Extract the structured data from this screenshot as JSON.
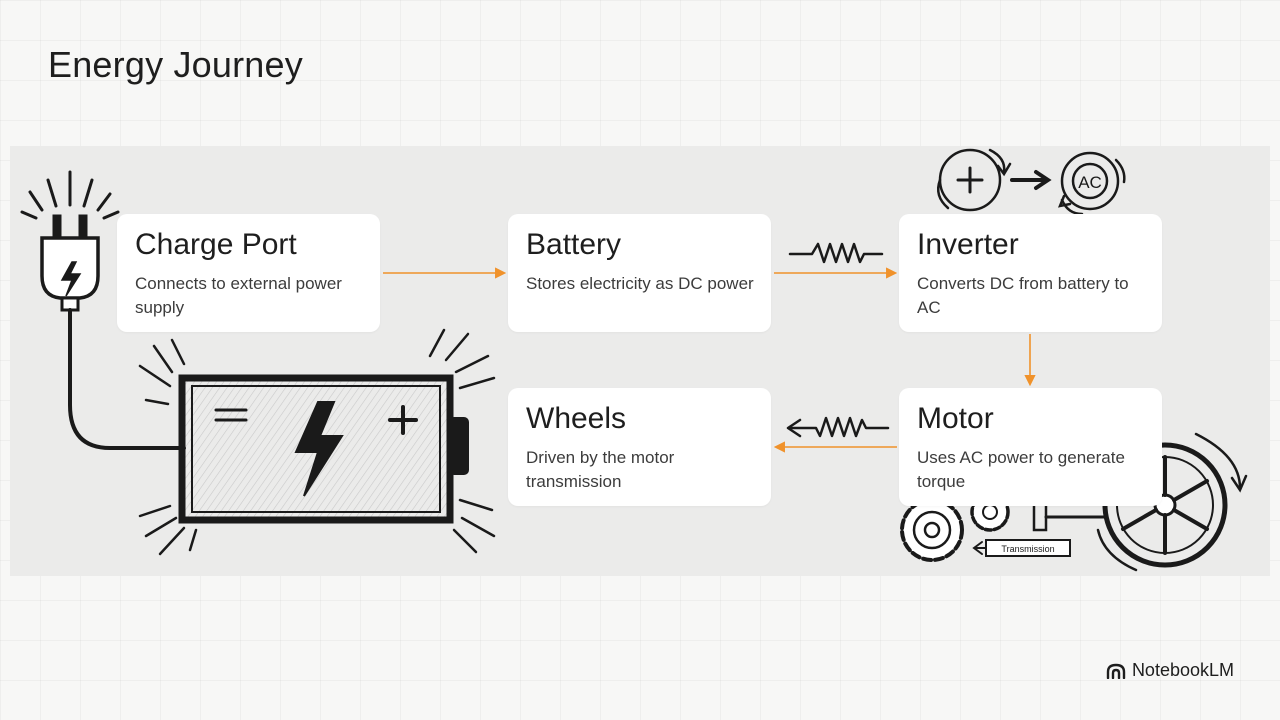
{
  "slide": {
    "title": "Energy Journey"
  },
  "steps": [
    {
      "title": "Charge Port",
      "description": "Connects to external power supply"
    },
    {
      "title": "Battery",
      "description": "Stores electricity as DC power"
    },
    {
      "title": "Inverter",
      "description": "Converts DC from battery to AC"
    },
    {
      "title": "Motor",
      "description": "Uses AC power to generate torque"
    },
    {
      "title": "Wheels",
      "description": "Driven by the motor transmission"
    }
  ],
  "illustration_labels": {
    "ac": "AC",
    "transmission": "Transmission"
  },
  "flow": [
    "Charge Port",
    "Battery",
    "Inverter",
    "Motor",
    "Wheels"
  ],
  "branding": {
    "name": "NotebookLM"
  },
  "colors": {
    "arrow": "#f0922b",
    "card": "#ffffff",
    "band": "#ebebea",
    "ink": "#1e1e1e"
  }
}
